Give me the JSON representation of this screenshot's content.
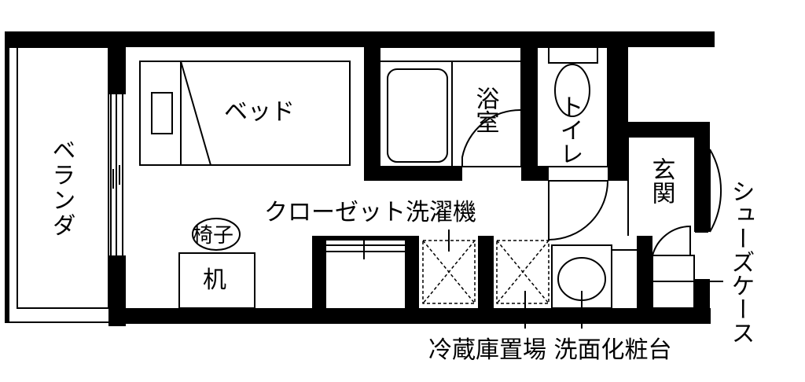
{
  "rooms": {
    "veranda": "ベランダ",
    "bed": "ベッド",
    "bath": "浴室",
    "toilet": "トイレ",
    "entrance": "玄関",
    "shoe_case": "シューズケース",
    "closet_washer": "クローゼット洗濯機",
    "chair": "椅子",
    "desk": "机",
    "fridge_vanity": "冷蔵庫置場 洗面化粧台"
  },
  "colors": {
    "wall": "#000000",
    "background": "#ffffff"
  }
}
